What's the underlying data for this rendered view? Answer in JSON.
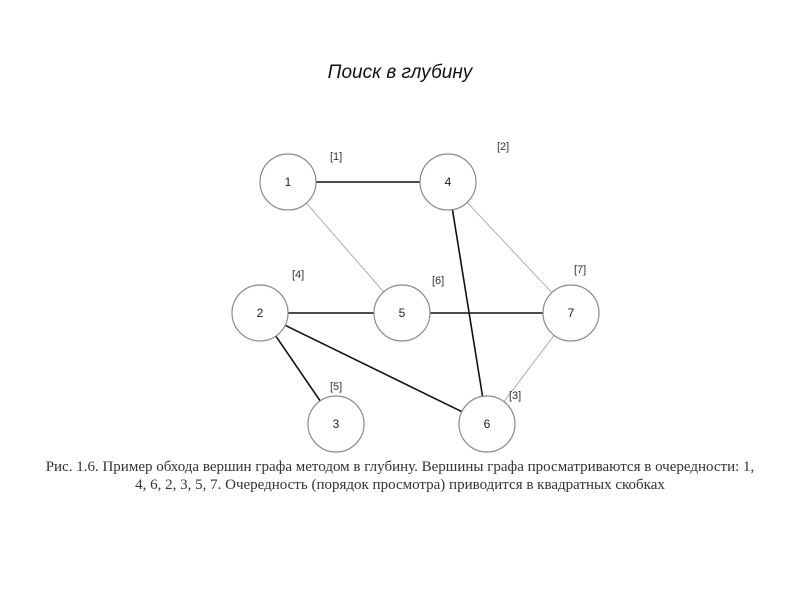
{
  "title": "Поиск в глубину",
  "graph": {
    "nodes": [
      {
        "id": "1",
        "order": "[1]"
      },
      {
        "id": "4",
        "order": "[2]"
      },
      {
        "id": "6",
        "order": "[3]"
      },
      {
        "id": "2",
        "order": "[4]"
      },
      {
        "id": "3",
        "order": "[5]"
      },
      {
        "id": "5",
        "order": "[6]"
      },
      {
        "id": "7",
        "order": "[7]"
      }
    ],
    "edges": [
      {
        "from": "1",
        "to": "4",
        "style": "bold"
      },
      {
        "from": "1",
        "to": "5",
        "style": "thin"
      },
      {
        "from": "4",
        "to": "6",
        "style": "bold"
      },
      {
        "from": "4",
        "to": "7",
        "style": "thin"
      },
      {
        "from": "2",
        "to": "5",
        "style": "bold"
      },
      {
        "from": "5",
        "to": "7",
        "style": "bold"
      },
      {
        "from": "2",
        "to": "3",
        "style": "bold"
      },
      {
        "from": "2",
        "to": "6",
        "style": "bold"
      },
      {
        "from": "6",
        "to": "7",
        "style": "thin"
      }
    ]
  },
  "caption": "Рис. 1.6. Пример обхода вершин графа методом в глубину. Вершины графа просматриваются в очередности: 1, 4, 6, 2, 3, 5, 7. Очередность (порядок просмотра) приводится в квадратных скобках"
}
